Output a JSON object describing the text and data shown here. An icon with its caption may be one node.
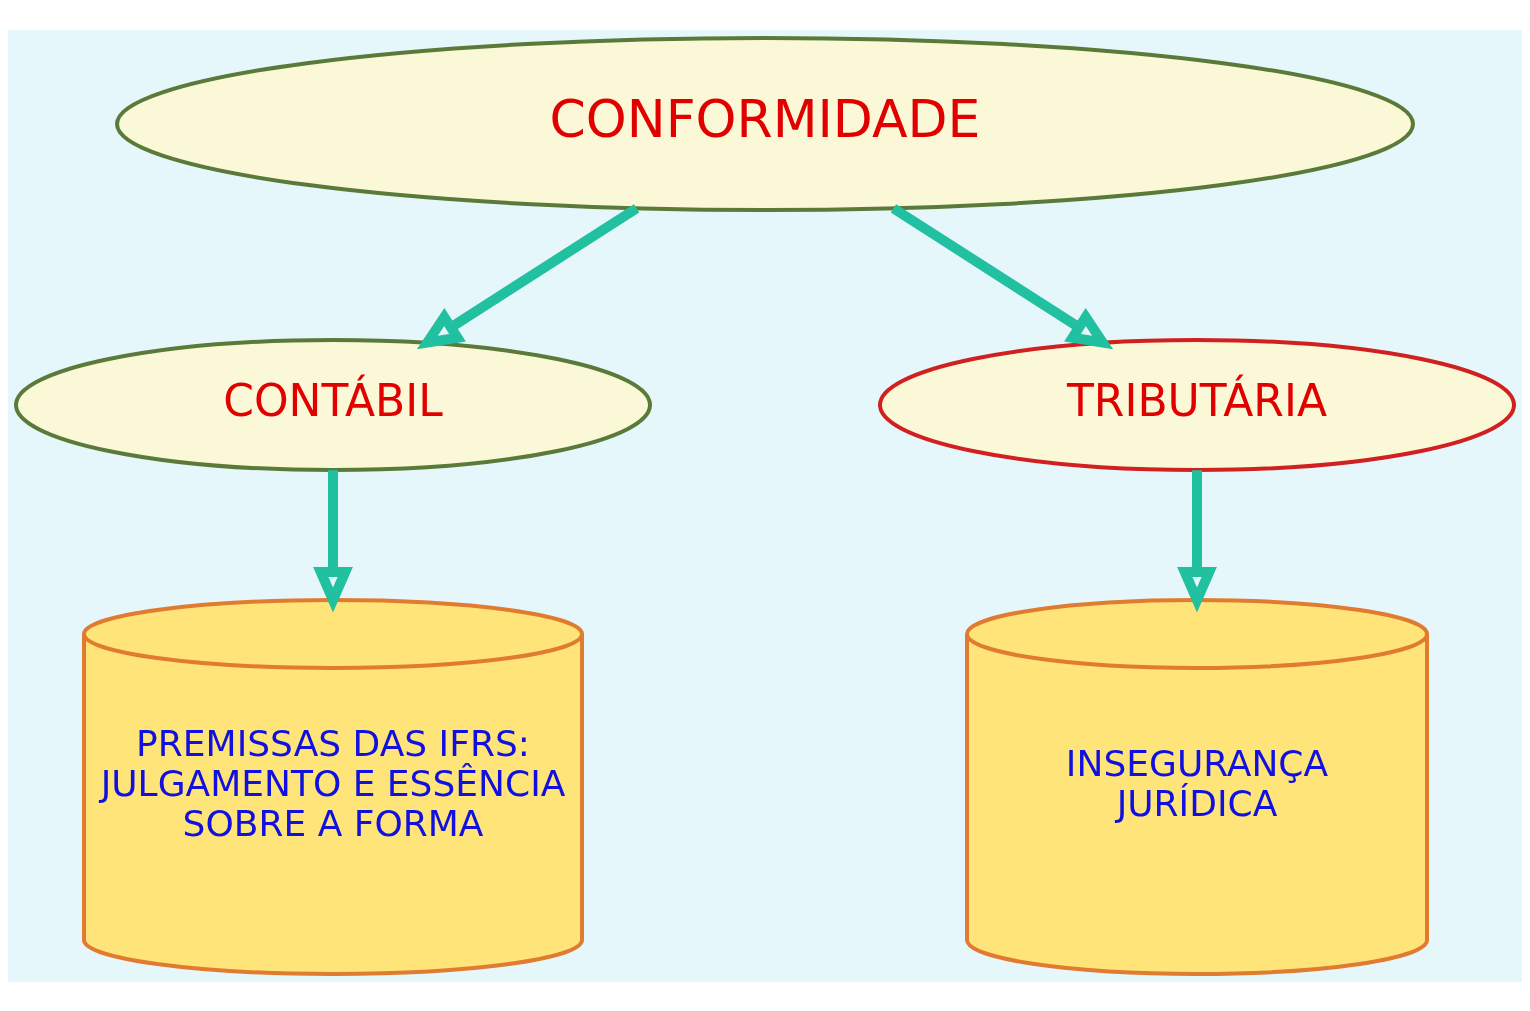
{
  "diagram": {
    "nodes": [
      {
        "text": [
          "CONFORMIDADE"
        ]
      },
      {
        "text": [
          "CONTÁBIL"
        ]
      },
      {
        "text": [
          "TRIBUTÁRIA"
        ]
      },
      {
        "text": [
          "PREMISSAS DAS IFRS: JULGAMENTO E ESSÊNCIA SOBRE A FORMA"
        ]
      },
      {
        "text": [
          "INSEGURANÇA JURÍDICA"
        ]
      }
    ],
    "edges": [
      {
        "from": 0,
        "to": 1,
        "arrow": "to"
      },
      {
        "from": 0,
        "to": 2,
        "arrow": "to"
      },
      {
        "from": 1,
        "to": 3,
        "arrow": "to"
      },
      {
        "from": 2,
        "to": 4,
        "arrow": "to"
      }
    ]
  }
}
